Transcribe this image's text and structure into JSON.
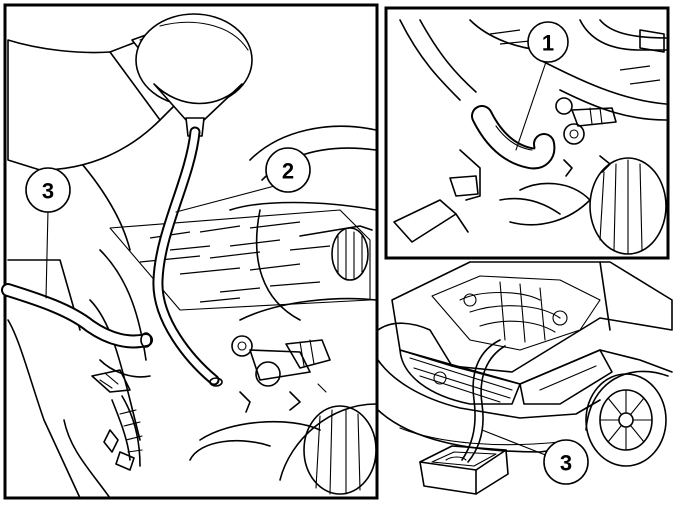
{
  "callouts": {
    "main_panel_hose": "2",
    "main_panel_drain": "3",
    "detail_panel_hose": "1",
    "car_view_drain": "3"
  }
}
